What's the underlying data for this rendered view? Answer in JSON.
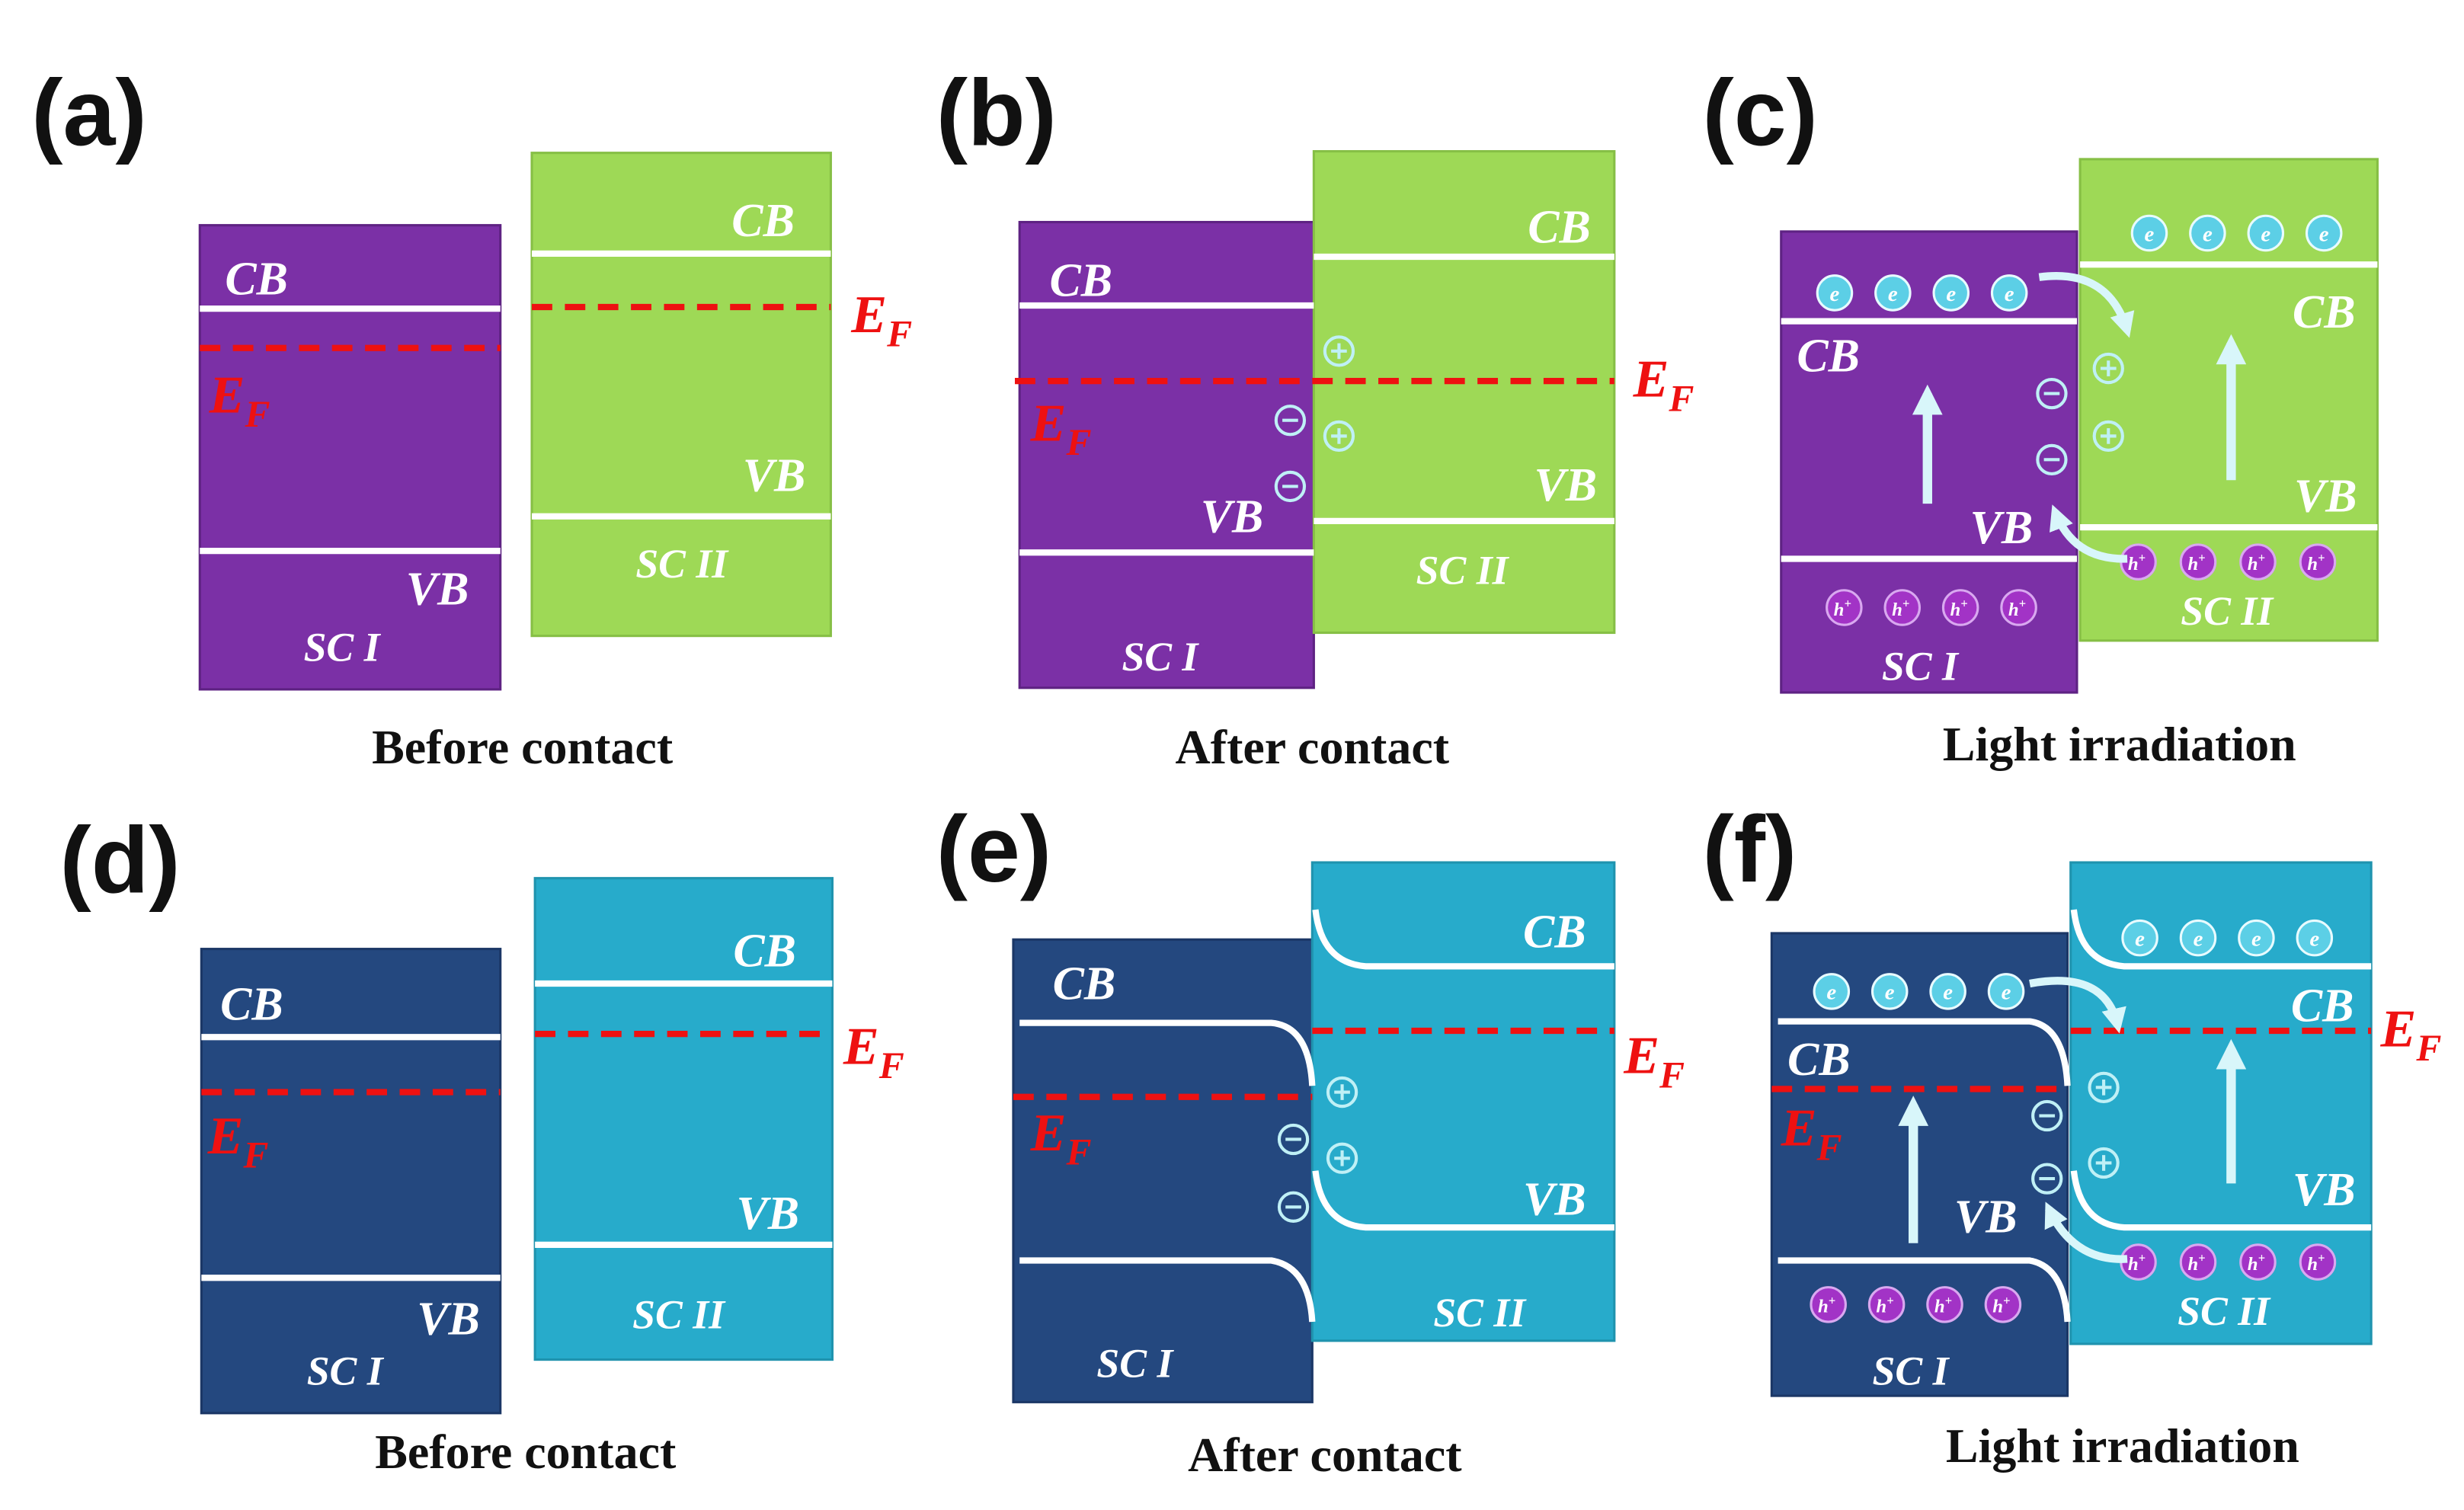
{
  "colors": {
    "purple": "#7B30A6",
    "green": "#9ED956",
    "navy": "#24487F",
    "cyan": "#27ABCB",
    "fermi": "#EE1111",
    "carrier_e": "#5CCFE6",
    "carrier_h": "#A233C6",
    "line": "#FFFFFF",
    "arrow": "#D8F6FA"
  },
  "labels": {
    "cb": "CB",
    "vb": "VB",
    "ef_main": "E",
    "ef_sub": "F",
    "sc1": "SC I",
    "sc2": "SC II",
    "electron": "e",
    "hole": "h",
    "hole_sup": "+"
  },
  "panels": [
    {
      "id": "a",
      "label": "(a)",
      "caption": "Before contact"
    },
    {
      "id": "b",
      "label": "(b)",
      "caption": "After contact"
    },
    {
      "id": "c",
      "label": "(c)",
      "caption": "Light irradiation"
    },
    {
      "id": "d",
      "label": "(d)",
      "caption": "Before contact"
    },
    {
      "id": "e",
      "label": "(e)",
      "caption": "After contact"
    },
    {
      "id": "f",
      "label": "(f)",
      "caption": "Light irradiation"
    }
  ]
}
